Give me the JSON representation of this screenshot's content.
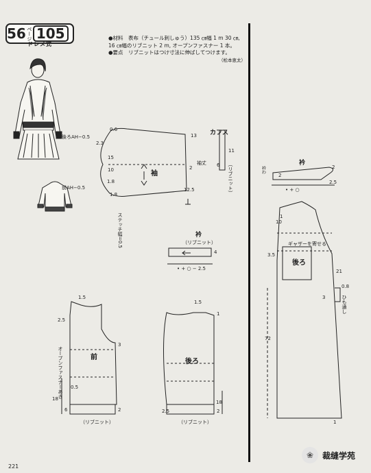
{
  "header": {
    "page_number": "56",
    "page_kana": "ページ",
    "item_number": "105",
    "style_name": "ドレメ式"
  },
  "notes": {
    "materials": "●材料　表布（チュール刺しゅう）135 ㎝幅 1 m 30 ㎝, 16 ㎝幅のリブニット 2 m, オープンファスナー 1 本。",
    "key_point": "●要点　リブニットはつけ寸法に伸ばしてつけます。",
    "credit": "（松本恵太）"
  },
  "sleeve": {
    "back_ah": "後ろAH−0.5",
    "front_ah": "前AH−0.5",
    "label": "袖",
    "cuff_line": "袖丈",
    "m_06": "0.6",
    "m_23": "2.3",
    "m_15": "15",
    "m_10": "10",
    "m_18a": "1.8",
    "m_18b": "1.8",
    "m_13": "13",
    "m_2": "2",
    "m_125": "12.5"
  },
  "cuffs": {
    "title": "カフス",
    "w": "11",
    "h": "6",
    "note": "（リブニット）"
  },
  "stitch": {
    "label": "ステッチ幅=0.5"
  },
  "small_collar": {
    "title": "衿",
    "sub": "（リブニット）",
    "m_4": "4",
    "dims": "• + ○ − 2.5"
  },
  "front": {
    "label": "前",
    "zip_note": "オープンファスナーあき",
    "rib": "（リブニット）",
    "m_15": "1.5",
    "m_25": "2.5",
    "m_05": "0.5",
    "m_3": "3",
    "m_18": "18",
    "m_6": "6",
    "m_2": "2"
  },
  "back": {
    "label": "後ろ",
    "rib": "（リブニット）",
    "m_15": "1.5",
    "m_1": "1",
    "m_18": "18",
    "m_25": "2.5",
    "m_2": "2"
  },
  "dress_collar": {
    "title": "衿",
    "edge": "衿わ",
    "m_2a": "2",
    "m_2b": "2",
    "m_25": "2.5",
    "dims": "• + ○"
  },
  "dress_back": {
    "label": "後ろ",
    "gather": "ギャザーを寄せる",
    "tie_loop": "ひも通し",
    "m_10": "10",
    "m_1": "1",
    "m_35": "3.5",
    "m_21": "21",
    "m_08": "0.8",
    "m_3": "3",
    "m_72": "72",
    "m_1b": "1"
  },
  "footer": {
    "page": "221",
    "watermark": "裁缝学苑"
  }
}
